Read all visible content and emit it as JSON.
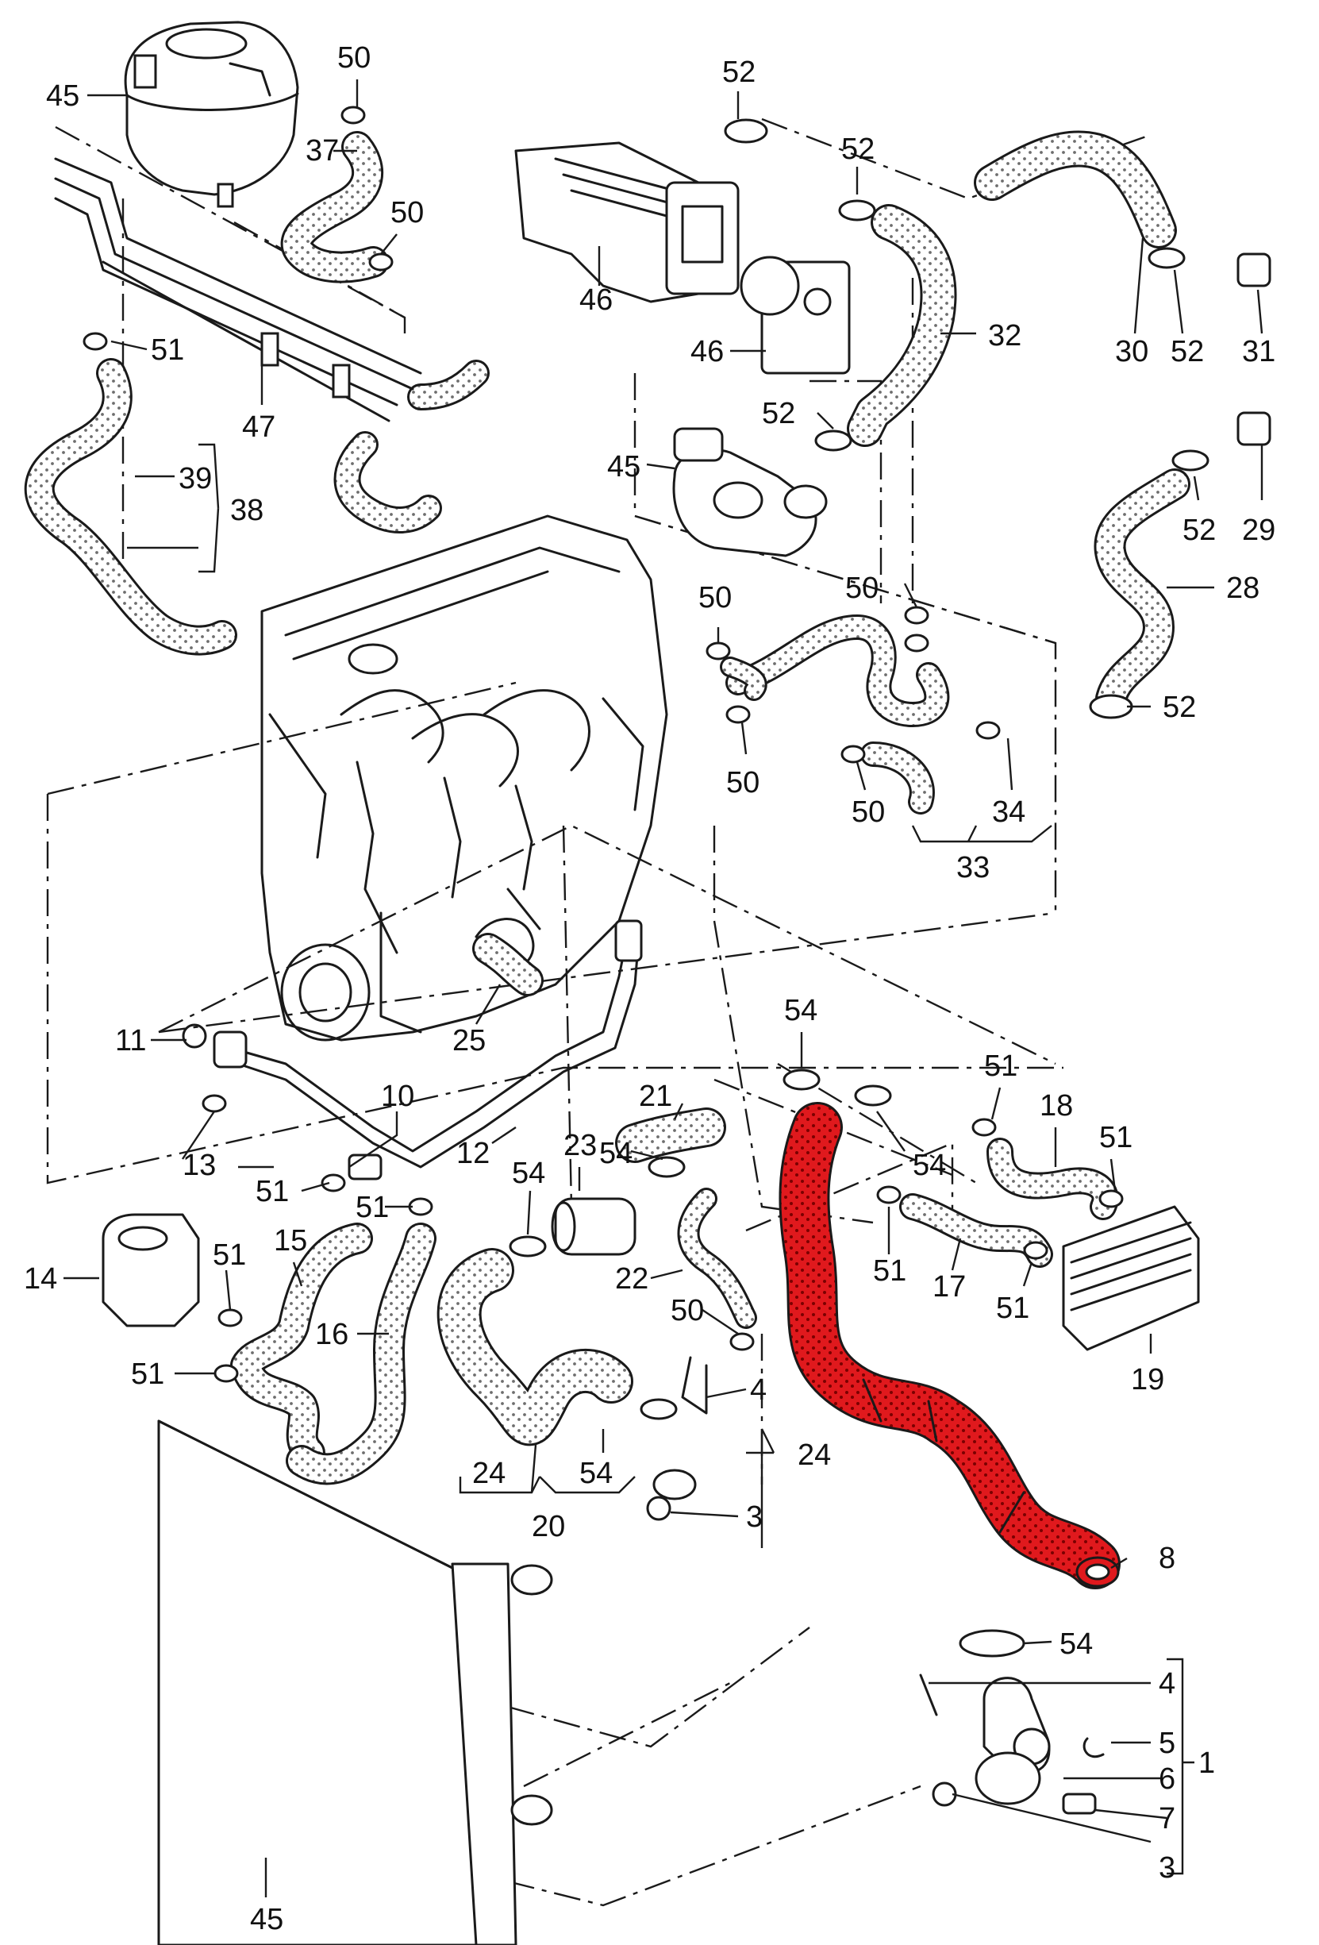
{
  "colors": {
    "line": "#1a1a1a",
    "hose_texture": "#b5b5b5",
    "highlight": "#e0191d",
    "highlight_dots": "#7a0000",
    "background": "#ffffff"
  },
  "callouts": [
    {
      "id": "c45a",
      "text": "45"
    },
    {
      "id": "c50a",
      "text": "50"
    },
    {
      "id": "c37",
      "text": "37"
    },
    {
      "id": "c50b",
      "text": "50"
    },
    {
      "id": "c51a",
      "text": "51"
    },
    {
      "id": "c47",
      "text": "47"
    },
    {
      "id": "c39",
      "text": "39"
    },
    {
      "id": "c38",
      "text": "38"
    },
    {
      "id": "c52a",
      "text": "52"
    },
    {
      "id": "c52b",
      "text": "52"
    },
    {
      "id": "c46a",
      "text": "46"
    },
    {
      "id": "c46b",
      "text": "46"
    },
    {
      "id": "c32",
      "text": "32"
    },
    {
      "id": "c30",
      "text": "30"
    },
    {
      "id": "c52c",
      "text": "52"
    },
    {
      "id": "c31",
      "text": "31"
    },
    {
      "id": "c52d",
      "text": "52"
    },
    {
      "id": "c45b",
      "text": "45"
    },
    {
      "id": "c52e",
      "text": "52"
    },
    {
      "id": "c29",
      "text": "29"
    },
    {
      "id": "c28",
      "text": "28"
    },
    {
      "id": "c52f",
      "text": "52"
    },
    {
      "id": "c50c",
      "text": "50"
    },
    {
      "id": "c50d",
      "text": "50"
    },
    {
      "id": "c50e",
      "text": "50"
    },
    {
      "id": "c50f",
      "text": "50"
    },
    {
      "id": "c34",
      "text": "34"
    },
    {
      "id": "c33",
      "text": "33"
    },
    {
      "id": "c11",
      "text": "11"
    },
    {
      "id": "c25",
      "text": "25"
    },
    {
      "id": "c54a",
      "text": "54"
    },
    {
      "id": "c51b",
      "text": "51"
    },
    {
      "id": "c18",
      "text": "18"
    },
    {
      "id": "c51c",
      "text": "51"
    },
    {
      "id": "c10",
      "text": "10"
    },
    {
      "id": "c21",
      "text": "21"
    },
    {
      "id": "c13",
      "text": "13"
    },
    {
      "id": "c12",
      "text": "12"
    },
    {
      "id": "c54b",
      "text": "54"
    },
    {
      "id": "c23",
      "text": "23"
    },
    {
      "id": "c54c",
      "text": "54"
    },
    {
      "id": "c54d",
      "text": "54"
    },
    {
      "id": "c51d",
      "text": "51"
    },
    {
      "id": "c51e",
      "text": "51"
    },
    {
      "id": "c15",
      "text": "15"
    },
    {
      "id": "c14",
      "text": "14"
    },
    {
      "id": "c51f",
      "text": "51"
    },
    {
      "id": "c16",
      "text": "16"
    },
    {
      "id": "c51g",
      "text": "51"
    },
    {
      "id": "c22",
      "text": "22"
    },
    {
      "id": "c50g",
      "text": "50"
    },
    {
      "id": "c51h",
      "text": "51"
    },
    {
      "id": "c17",
      "text": "17"
    },
    {
      "id": "c51i",
      "text": "51"
    },
    {
      "id": "c19",
      "text": "19"
    },
    {
      "id": "c4a",
      "text": "4"
    },
    {
      "id": "c24a",
      "text": "24"
    },
    {
      "id": "c24b",
      "text": "24"
    },
    {
      "id": "c54e",
      "text": "54"
    },
    {
      "id": "c20",
      "text": "20"
    },
    {
      "id": "c3a",
      "text": "3"
    },
    {
      "id": "c8",
      "text": "8"
    },
    {
      "id": "c54f",
      "text": "54"
    },
    {
      "id": "c4b",
      "text": "4"
    },
    {
      "id": "c5",
      "text": "5"
    },
    {
      "id": "c1",
      "text": "1"
    },
    {
      "id": "c6",
      "text": "6"
    },
    {
      "id": "c7",
      "text": "7"
    },
    {
      "id": "c3b",
      "text": "3"
    },
    {
      "id": "c45c",
      "text": "45"
    }
  ]
}
